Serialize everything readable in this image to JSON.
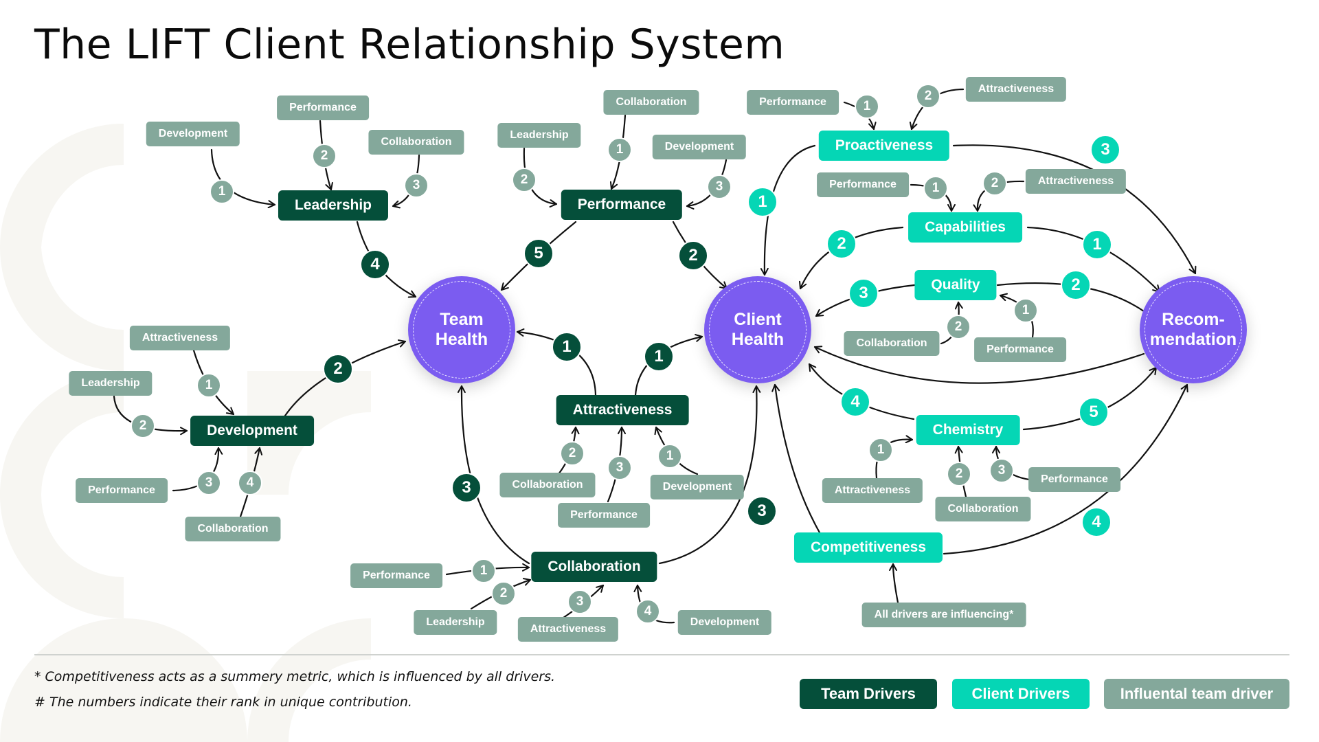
{
  "title": "The LIFT Client Relationship System",
  "colors": {
    "team_driver": "#054F3A",
    "client_driver": "#05D6B5",
    "influential_driver": "#84A89B",
    "outcome": "#7B5CF0"
  },
  "hubs": {
    "team_health": "Team\nHealth",
    "client_health": "Client\nHealth",
    "recommendation": "Recom-\nmendation"
  },
  "team_drivers": {
    "leadership": "Leadership",
    "performance": "Performance",
    "development": "Development",
    "attractiveness": "Attractiveness",
    "collaboration": "Collaboration"
  },
  "client_drivers": {
    "proactiveness": "Proactiveness",
    "capabilities": "Capabilities",
    "quality": "Quality",
    "chemistry": "Chemistry",
    "competitiveness": "Competitiveness"
  },
  "influencers": {
    "lead_dev": "Development",
    "lead_perf": "Performance",
    "lead_coll": "Collaboration",
    "perf_coll": "Collaboration",
    "perf_lead": "Leadership",
    "perf_dev": "Development",
    "dev_attr": "Attractiveness",
    "dev_lead": "Leadership",
    "dev_perf": "Performance",
    "dev_coll": "Collaboration",
    "attr_coll": "Collaboration",
    "attr_perf": "Performance",
    "attr_dev": "Development",
    "coll_perf": "Performance",
    "coll_lead": "Leadership",
    "coll_attr": "Attractiveness",
    "coll_dev": "Development",
    "pro_perf": "Performance",
    "pro_attr": "Attractiveness",
    "cap_perf": "Performance",
    "cap_attr": "Attractiveness",
    "qual_coll": "Collaboration",
    "qual_perf": "Performance",
    "chem_attr": "Attractiveness",
    "chem_coll": "Collaboration",
    "chem_perf": "Performance",
    "comp_all": "All drivers are influencing*"
  },
  "edges": [
    {
      "from": "lead_dev",
      "to": "leadership",
      "rank": "1",
      "kind": "infl"
    },
    {
      "from": "lead_perf",
      "to": "leadership",
      "rank": "2",
      "kind": "infl"
    },
    {
      "from": "lead_coll",
      "to": "leadership",
      "rank": "3",
      "kind": "infl"
    },
    {
      "from": "leadership",
      "to": "team_health",
      "rank": "4",
      "kind": "team"
    },
    {
      "from": "perf_coll",
      "to": "performance",
      "rank": "1",
      "kind": "infl"
    },
    {
      "from": "perf_lead",
      "to": "performance",
      "rank": "2",
      "kind": "infl"
    },
    {
      "from": "perf_dev",
      "to": "performance",
      "rank": "3",
      "kind": "infl"
    },
    {
      "from": "performance",
      "to": "team_health",
      "rank": "5",
      "kind": "team"
    },
    {
      "from": "performance",
      "to": "client_health",
      "rank": "2",
      "kind": "team"
    },
    {
      "from": "dev_attr",
      "to": "development",
      "rank": "1",
      "kind": "infl"
    },
    {
      "from": "dev_lead",
      "to": "development",
      "rank": "2",
      "kind": "infl"
    },
    {
      "from": "dev_perf",
      "to": "development",
      "rank": "3",
      "kind": "infl"
    },
    {
      "from": "dev_coll",
      "to": "development",
      "rank": "4",
      "kind": "infl"
    },
    {
      "from": "development",
      "to": "team_health",
      "rank": "2",
      "kind": "team"
    },
    {
      "from": "attr_dev",
      "to": "attractiveness",
      "rank": "1",
      "kind": "infl"
    },
    {
      "from": "attr_coll",
      "to": "attractiveness",
      "rank": "2",
      "kind": "infl"
    },
    {
      "from": "attr_perf",
      "to": "attractiveness",
      "rank": "3",
      "kind": "infl"
    },
    {
      "from": "attractiveness",
      "to": "team_health",
      "rank": "1",
      "kind": "team"
    },
    {
      "from": "attractiveness",
      "to": "client_health",
      "rank": "1",
      "kind": "team"
    },
    {
      "from": "coll_perf",
      "to": "collaboration",
      "rank": "1",
      "kind": "infl"
    },
    {
      "from": "coll_lead",
      "to": "collaboration",
      "rank": "2",
      "kind": "infl"
    },
    {
      "from": "coll_attr",
      "to": "collaboration",
      "rank": "3",
      "kind": "infl"
    },
    {
      "from": "coll_dev",
      "to": "collaboration",
      "rank": "4",
      "kind": "infl"
    },
    {
      "from": "collaboration",
      "to": "team_health",
      "rank": "3",
      "kind": "team"
    },
    {
      "from": "collaboration",
      "to": "client_health",
      "rank": "3",
      "kind": "team"
    },
    {
      "from": "pro_perf",
      "to": "proactiveness",
      "rank": "1",
      "kind": "infl"
    },
    {
      "from": "pro_attr",
      "to": "proactiveness",
      "rank": "2",
      "kind": "infl"
    },
    {
      "from": "proactiveness",
      "to": "client_health",
      "rank": "1",
      "kind": "client"
    },
    {
      "from": "proactiveness",
      "to": "recommendation",
      "rank": "3",
      "kind": "client"
    },
    {
      "from": "cap_perf",
      "to": "capabilities",
      "rank": "1",
      "kind": "infl"
    },
    {
      "from": "cap_attr",
      "to": "capabilities",
      "rank": "2",
      "kind": "infl"
    },
    {
      "from": "capabilities",
      "to": "client_health",
      "rank": "2",
      "kind": "client"
    },
    {
      "from": "capabilities",
      "to": "recommendation",
      "rank": "1",
      "kind": "client"
    },
    {
      "from": "qual_perf",
      "to": "quality",
      "rank": "1",
      "kind": "infl"
    },
    {
      "from": "qual_coll",
      "to": "quality",
      "rank": "2",
      "kind": "infl"
    },
    {
      "from": "quality",
      "to": "client_health",
      "rank": "3",
      "kind": "client"
    },
    {
      "from": "quality",
      "to": "recommendation",
      "rank": "2",
      "kind": "client"
    },
    {
      "from": "chem_attr",
      "to": "chemistry",
      "rank": "1",
      "kind": "infl"
    },
    {
      "from": "chem_coll",
      "to": "chemistry",
      "rank": "2",
      "kind": "infl"
    },
    {
      "from": "chem_perf",
      "to": "chemistry",
      "rank": "3",
      "kind": "infl"
    },
    {
      "from": "chemistry",
      "to": "client_health",
      "rank": "4",
      "kind": "client"
    },
    {
      "from": "chemistry",
      "to": "recommendation",
      "rank": "5",
      "kind": "client"
    },
    {
      "from": "competitiveness",
      "to": "client_health",
      "rank": "",
      "kind": "plain"
    },
    {
      "from": "competitiveness",
      "to": "recommendation",
      "rank": "4",
      "kind": "client"
    },
    {
      "from": "comp_all",
      "to": "competitiveness",
      "rank": "",
      "kind": "plain"
    },
    {
      "from": "recommendation",
      "to": "client_health",
      "rank": "",
      "kind": "plain"
    }
  ],
  "footnotes": {
    "asterisk": "* Competitiveness acts as a summery metric, which is influenced by all drivers.",
    "hash": "# The numbers indicate their rank in unique contribution."
  },
  "legend": {
    "team": "Team Drivers",
    "client": "Client Drivers",
    "influential": "Influental team driver"
  }
}
